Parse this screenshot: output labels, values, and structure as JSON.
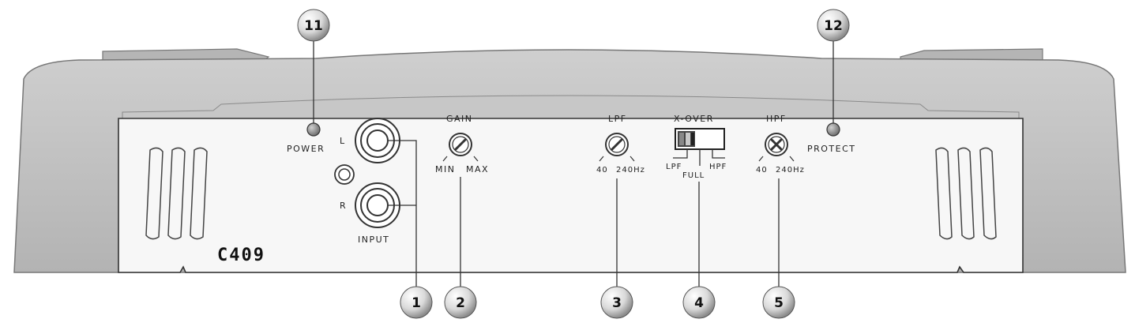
{
  "panel": {
    "model_label": "C409",
    "power_label": "POWER",
    "protect_label": "PROTECT",
    "input_label": "INPUT",
    "input_left_label": "L",
    "input_right_label": "R",
    "gain": {
      "title": "GAIN",
      "min": "MIN",
      "max": "MAX"
    },
    "lpf": {
      "title": "LPF",
      "min": "40",
      "max": "240Hz"
    },
    "xover": {
      "title": "X-OVER",
      "pos_lpf": "LPF",
      "pos_full": "FULL",
      "pos_hpf": "HPF"
    },
    "hpf": {
      "title": "HPF",
      "min": "40",
      "max": "240Hz"
    }
  },
  "callouts": {
    "c1": "1",
    "c2": "2",
    "c3": "3",
    "c4": "4",
    "c5": "5",
    "c11": "11",
    "c12": "12"
  },
  "colors": {
    "casing_fill": "#bdbdbd",
    "casing_edge": "#8a8a8a",
    "panel_fill": "#f7f7f7",
    "led": "#8a8a8a",
    "callout_fill": "#e6e6e6"
  }
}
